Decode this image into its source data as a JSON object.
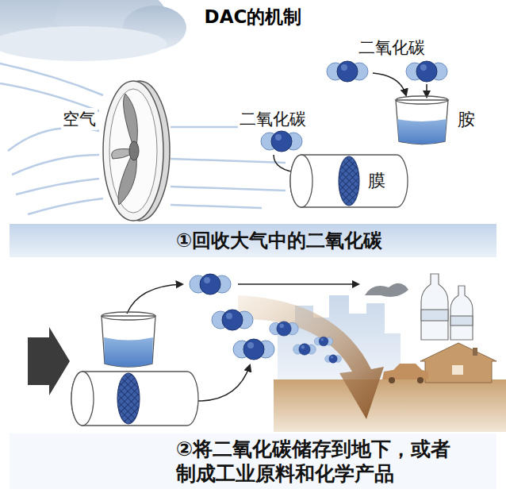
{
  "diagram": {
    "title": "DAC的机制",
    "nodes": [
      {
        "text": [
          "膜"
        ]
      },
      {
        "text": [
          "胺"
        ]
      },
      {
        "text": [
          "①回收大气中的二氧化碳"
        ]
      },
      {
        "text": [
          "②将二氧化碳储存到地下，或者制成工业原料和化学产品"
        ]
      }
    ],
    "labels": [
      "空气",
      "二氧化碳",
      "二氧化碳"
    ]
  }
}
